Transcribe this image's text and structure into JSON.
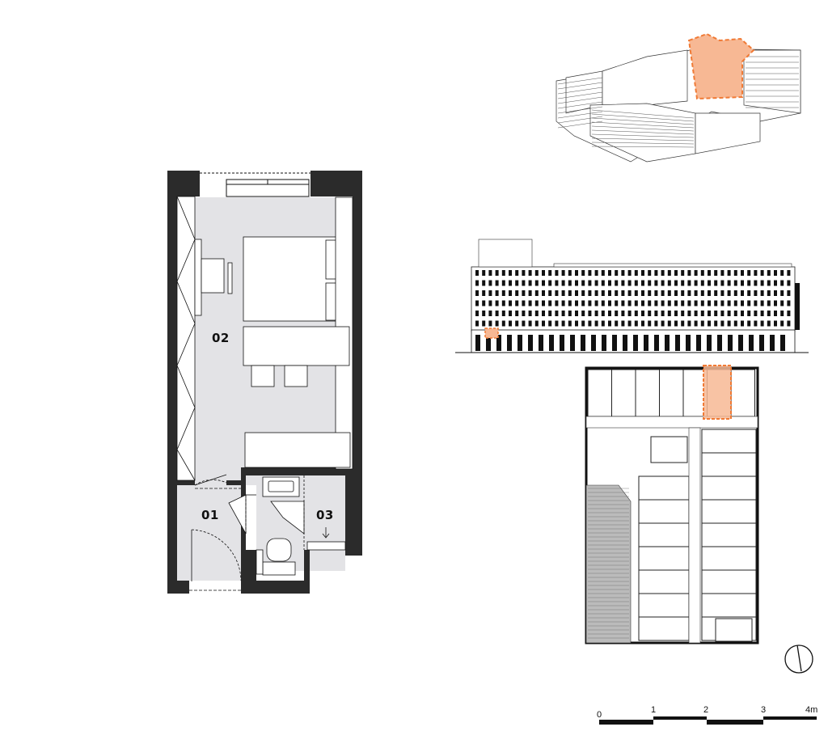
{
  "plan": {
    "rooms": [
      {
        "id": "01",
        "label": "01"
      },
      {
        "id": "02",
        "label": "02"
      },
      {
        "id": "03",
        "label": "03"
      }
    ]
  },
  "scale_bar": {
    "labels": [
      "0",
      "1",
      "2",
      "3",
      "4m"
    ]
  },
  "north_arrow": {
    "icon": "north-arrow-icon"
  },
  "colors": {
    "wall": "#2b2b2b",
    "room_fill": "#e3e3e6",
    "highlight": "#f07a35",
    "highlight_fill": "#f7b894",
    "line": "#111111"
  }
}
